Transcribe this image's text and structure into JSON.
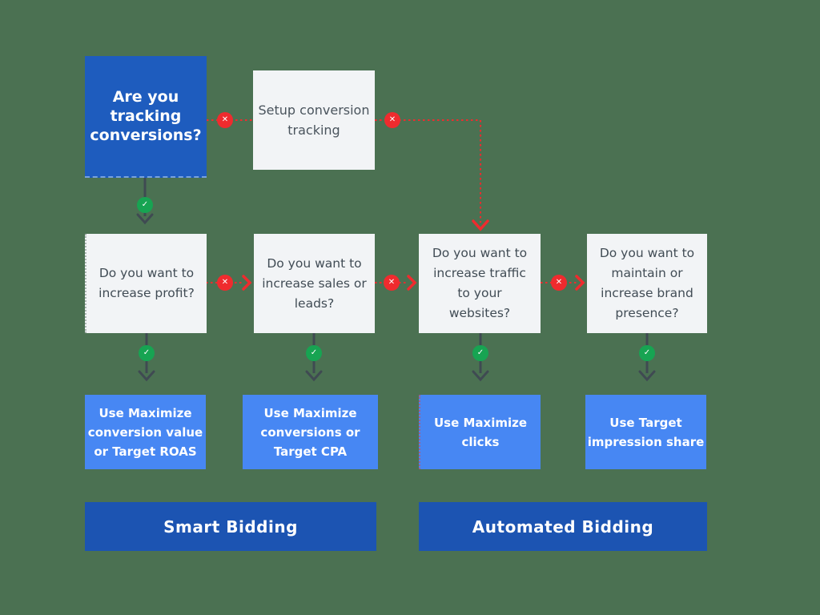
{
  "colors": {
    "background_green": "#4b7152",
    "primary_blue": "#1e5cbe",
    "banner_blue": "#1c54b2",
    "strategy_blue": "#4787f3",
    "question_box_gray": "#f2f4f6",
    "question_text": "#414c55",
    "no_red": "#ef2b2e",
    "yes_green": "#17a452",
    "arrow_dark": "#3f4a52"
  },
  "icons": {
    "x_glyph": "✕",
    "check_glyph": "✓"
  },
  "flowchart": {
    "root_question": {
      "text": "Are you\ntracking\nconversions?"
    },
    "fallback_action": {
      "text": "Setup conversion\ntracking"
    },
    "questions": [
      {
        "text": "Do you want to\nincrease profit?"
      },
      {
        "text": "Do you want to\nincrease sales or\nleads?"
      },
      {
        "text": "Do you want to\nincrease traffic\nto your\nwebsites?"
      },
      {
        "text": "Do you want to\nmaintain or\nincrease brand\npresence?"
      }
    ],
    "strategies": [
      {
        "text": "Use Maximize\nconversion value\nor Target ROAS"
      },
      {
        "text": "Use Maximize\nconversions or\nTarget CPA"
      },
      {
        "text": "Use Maximize\nclicks"
      },
      {
        "text": "Use Target\nimpression share"
      }
    ],
    "categories": [
      {
        "label": "Smart Bidding"
      },
      {
        "label": "Automated Bidding"
      }
    ]
  }
}
